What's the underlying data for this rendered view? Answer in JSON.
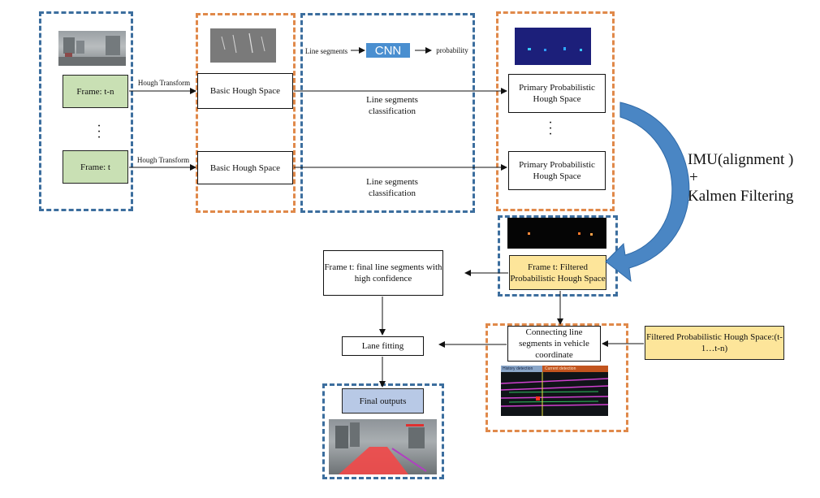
{
  "frames": {
    "frame_tn": "Frame: t-n",
    "frame_t": "Frame: t",
    "hough_transform_1": "Hough Transform",
    "hough_transform_2": "Hough Transform"
  },
  "hough": {
    "basic_1": "Basic Hough Space",
    "basic_2": "Basic Hough Space"
  },
  "classification": {
    "line_segments_in": "Line segments",
    "cnn": "CNN",
    "probability": "probability",
    "class_1": "Line segments classification",
    "class_2": "Line segments classification"
  },
  "primary": {
    "p1": "Primary Probabilistic Hough Space",
    "p2": "Primary Probabilistic Hough Space"
  },
  "fusion": {
    "imu": "IMU(alignment )",
    "plus": "+",
    "kalman": "Kalmen Filtering"
  },
  "filtered": {
    "frame_t_filtered": "Frame t: Filtered Probabilistic Hough Space",
    "history": "Filtered Probabilistic Hough Space:(t-1…t-n)"
  },
  "outputs": {
    "final_line_segments": "Frame t: final line segments with high confidence",
    "connecting": "Connecting line segments in vehicle coordinate",
    "lane_fitting": "Lane fitting",
    "final_outputs": "Final outputs",
    "history_detection": "History detection",
    "current_detection": "Current detection"
  },
  "colors": {
    "blue_dash": "#3c6e9e",
    "orange_dash": "#e0894a",
    "green_fill": "#c9e0b4",
    "yellow_fill": "#fde59a",
    "light_blue_fill": "#b8c9e6",
    "cnn_fill": "#4a8fd0",
    "curved_arrow": "#4a86c4"
  }
}
